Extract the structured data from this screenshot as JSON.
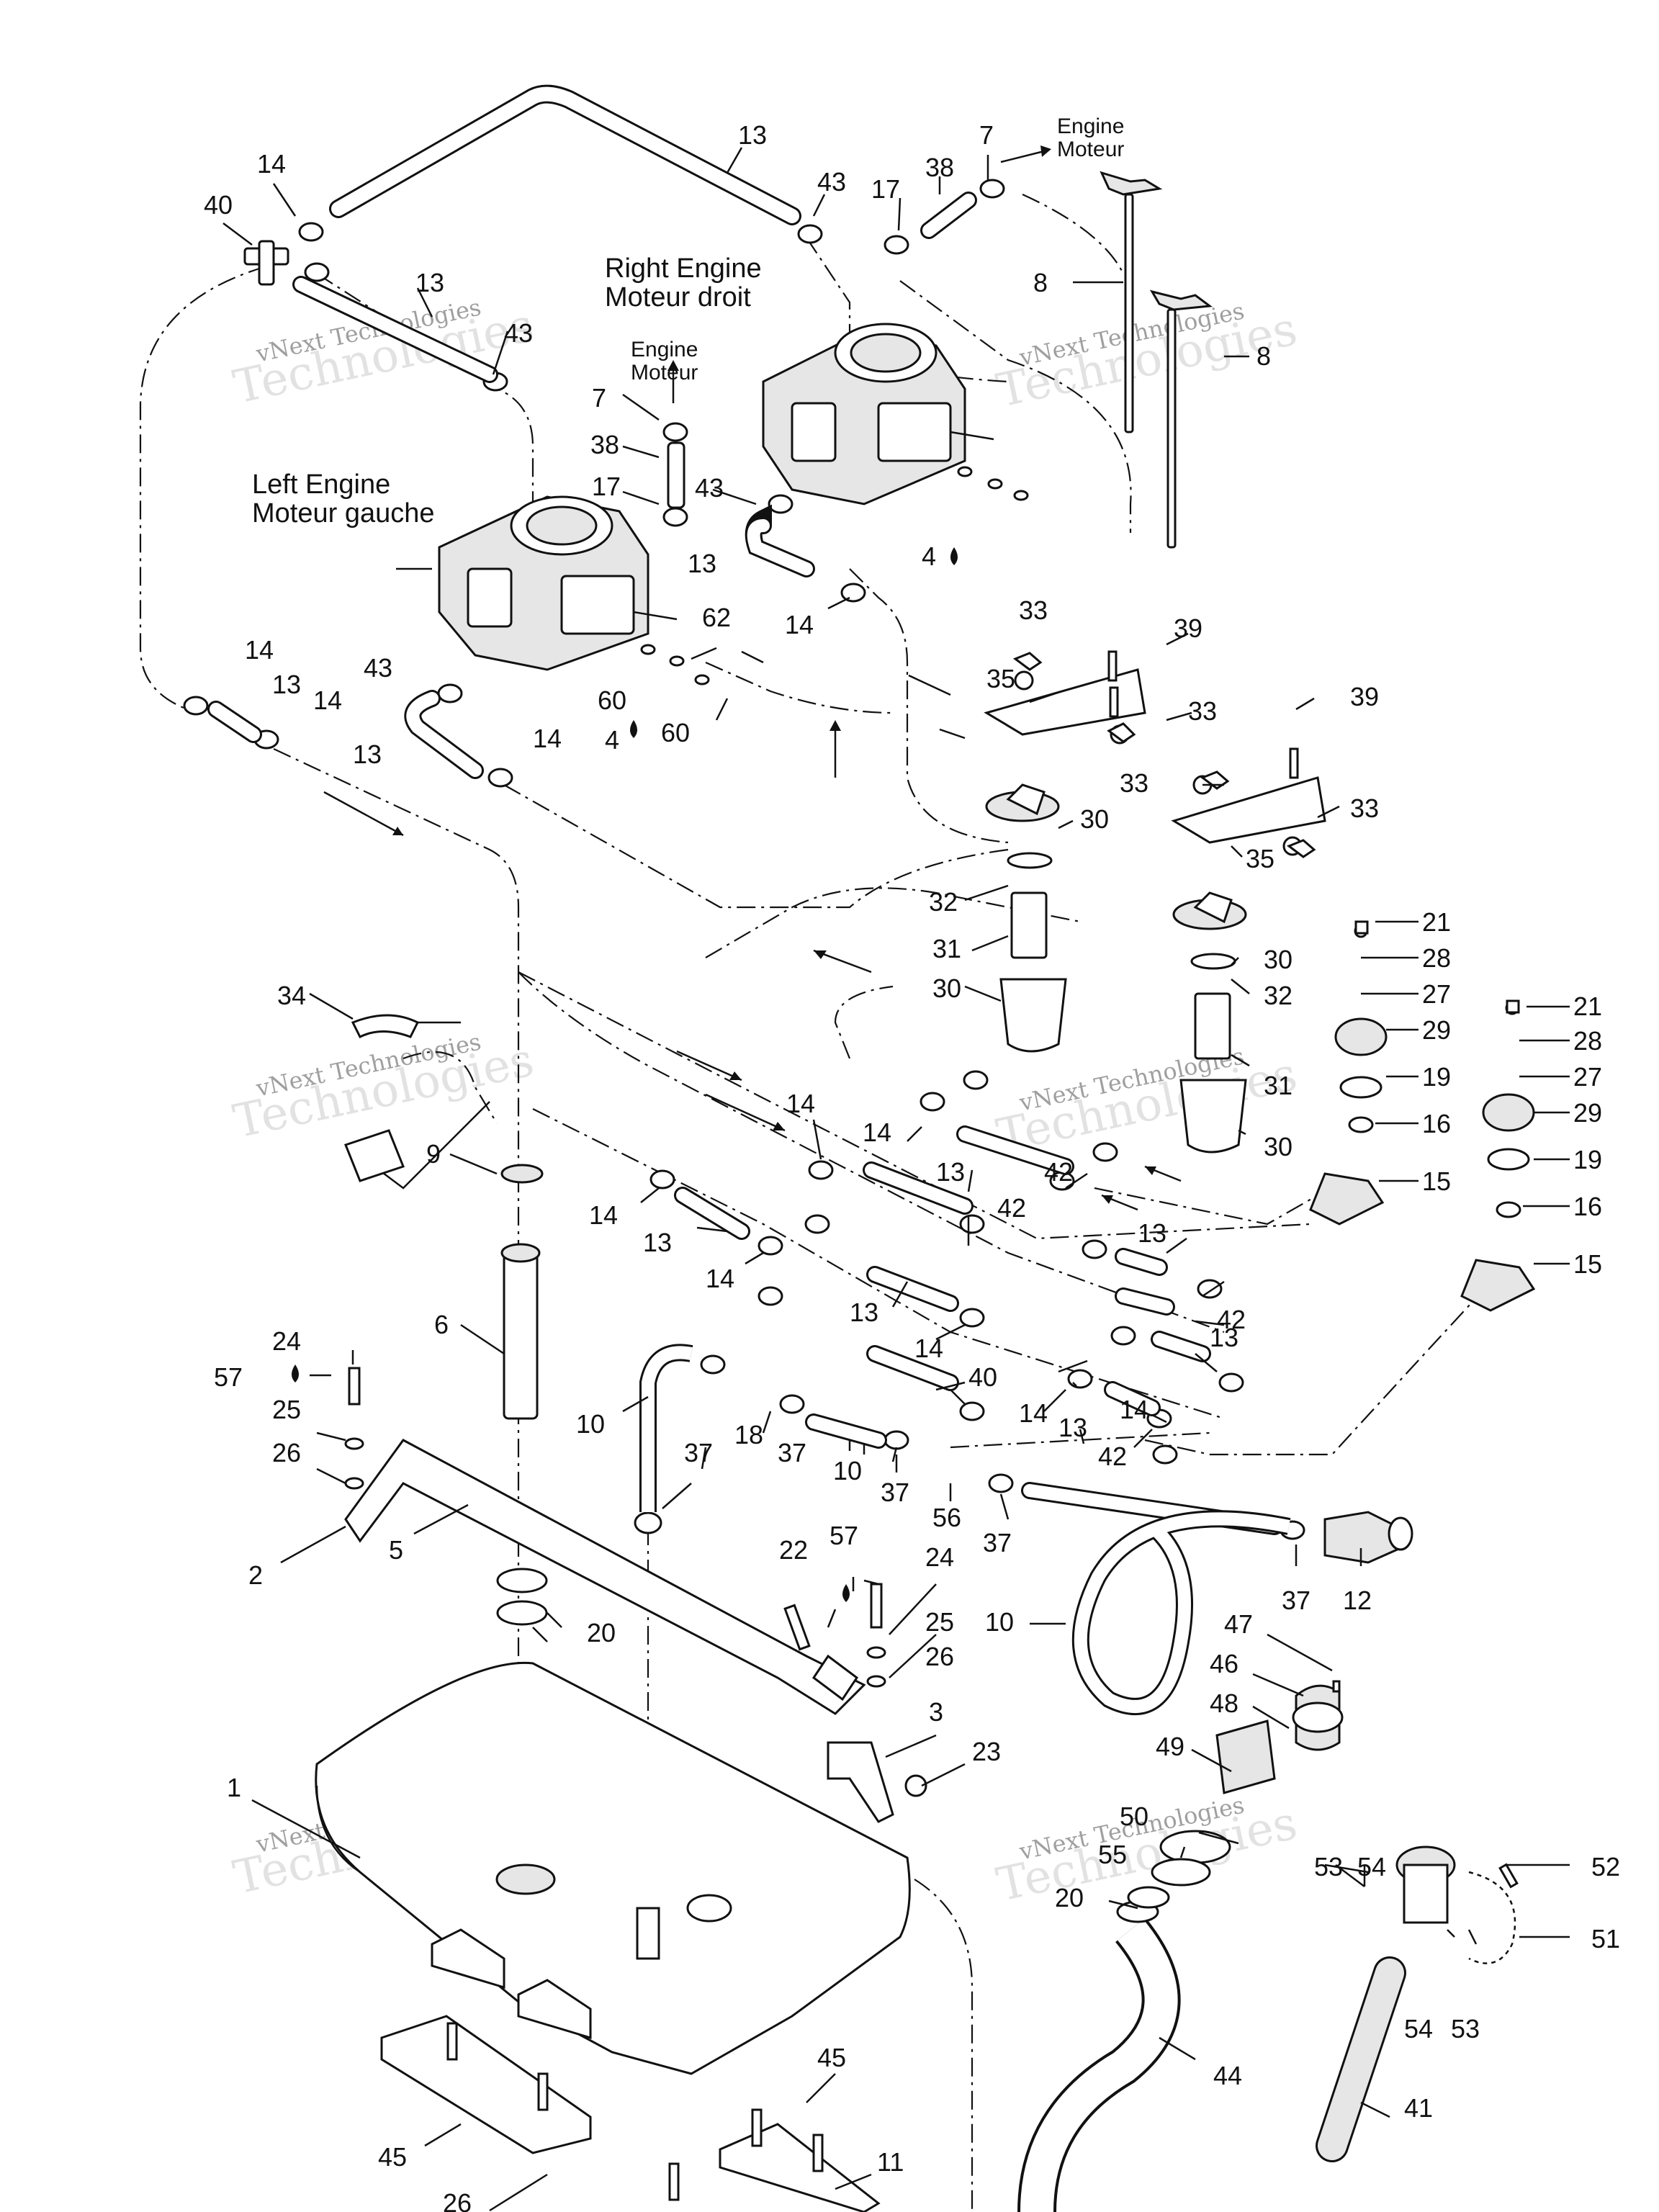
{
  "watermark": {
    "line1": "vNext Technologies",
    "line2": "vNext",
    "line3": "Technologies"
  },
  "headings": {
    "right_engine_en": "Right Engine",
    "right_engine_fr": "Moteur droit",
    "left_engine_en": "Left Engine",
    "left_engine_fr": "Moteur gauche",
    "engine_a_en": "Engine",
    "engine_a_fr": "Moteur",
    "engine_b_en": "Engine",
    "engine_b_fr": "Moteur"
  },
  "callouts": {
    "c1": "1",
    "c2": "2",
    "c3": "3",
    "c5": "5",
    "c6": "6",
    "c7a": "7",
    "c7b": "7",
    "c8a": "8",
    "c8b": "8",
    "c9": "9",
    "c10a": "10",
    "c10b": "10",
    "c10c": "10",
    "c11": "11",
    "c12": "12",
    "c13a": "13",
    "c13b": "13",
    "c13c": "13",
    "c13d": "13",
    "c13e": "13",
    "c13f": "13",
    "c13g": "13",
    "c13h": "13",
    "c13i": "13",
    "c13j": "13",
    "c13k": "13",
    "c14a": "14",
    "c14b": "14",
    "c14c": "14",
    "c14d": "14",
    "c14e": "14",
    "c14f": "14",
    "c14g": "14",
    "c14h": "14",
    "c14i": "14",
    "c14j": "14",
    "c14k": "14",
    "c14l": "14",
    "c15a": "15",
    "c15b": "15",
    "c16a": "16",
    "c16b": "16",
    "c17a": "17",
    "c17b": "17",
    "c18": "18",
    "c19a": "19",
    "c19b": "19",
    "c20a": "20",
    "c20b": "20",
    "c21a": "21",
    "c21b": "21",
    "c22": "22",
    "c23": "23",
    "c24a": "24",
    "c24b": "24",
    "c25a": "25",
    "c25b": "25",
    "c26a": "26",
    "c26b": "26",
    "c27a": "27",
    "c27b": "27",
    "c28a": "28",
    "c28b": "28",
    "c29a": "29",
    "c29b": "29",
    "c30a": "30",
    "c30b": "30",
    "c30c": "30",
    "c30d": "30",
    "c31a": "31",
    "c31b": "31",
    "c32a": "32",
    "c32b": "32",
    "c33a": "33",
    "c33b": "33",
    "c33c": "33",
    "c33d": "33",
    "c34": "34",
    "c35a": "35",
    "c35b": "35",
    "c37a": "37",
    "c37b": "37",
    "c37c": "37",
    "c37d": "37",
    "c37e": "37",
    "c38a": "38",
    "c38b": "38",
    "c39a": "39",
    "c39b": "39",
    "c40a": "40",
    "c40b": "40",
    "c41": "41",
    "c42a": "42",
    "c42b": "42",
    "c42c": "42",
    "c42d": "42",
    "c43a": "43",
    "c43b": "43",
    "c43c": "43",
    "c43d": "43",
    "c44": "44",
    "c45a": "45",
    "c45b": "45",
    "c46": "46",
    "c47": "47",
    "c48": "48",
    "c49": "49",
    "c50": "50",
    "c51": "51",
    "c52": "52",
    "c53a": "53",
    "c53b": "53",
    "c54a": "54",
    "c54b": "54",
    "c55": "55",
    "c56": "56",
    "c57a": "57",
    "c57b": "57",
    "c60a": "60",
    "c60b": "60",
    "c62": "62",
    "c4a": "4",
    "c4b": "4",
    "c26c": "26"
  },
  "icons": [
    "drop-icon",
    "arrow-icon"
  ]
}
